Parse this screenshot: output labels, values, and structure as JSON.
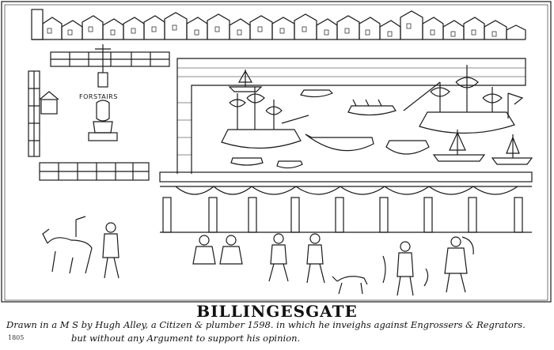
{
  "title": "BILLINGESGATE",
  "caption_line1": "Drawn in a M S by Hugh Alley, a Citizen & plumber 1598. in which he inveighs against Engrossers & Regrators.",
  "caption_line2": "but without any Argument to support his opinion.",
  "corner_note": "1805",
  "post_label": "FORSTAIRS",
  "colors": {
    "ink": "#1a1a1a",
    "paper": "#ffffff"
  }
}
